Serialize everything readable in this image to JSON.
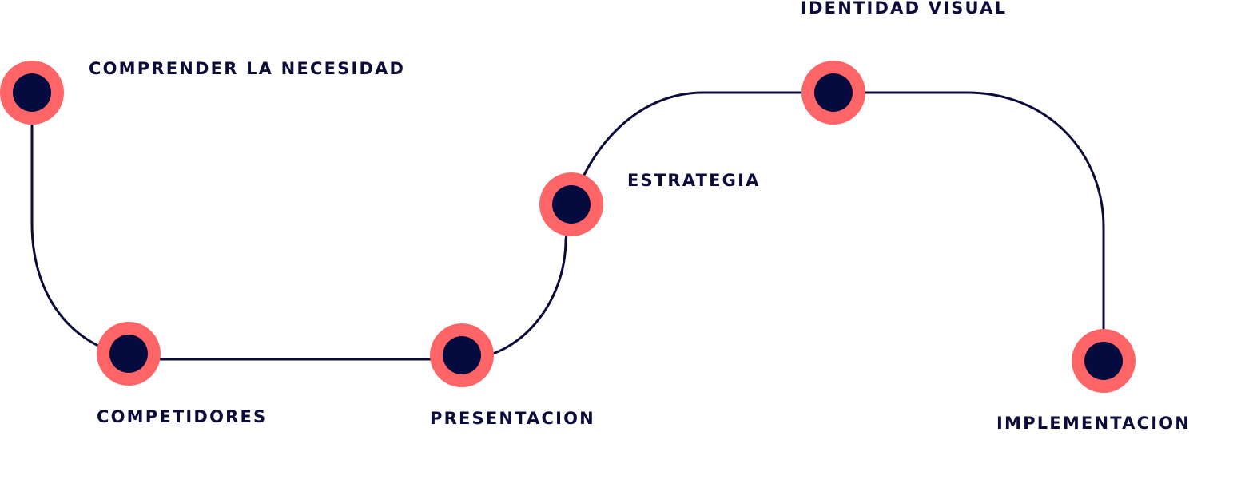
{
  "colors": {
    "path": "#0b0c3a",
    "ring": "#ff6466",
    "dot": "#050a3f",
    "text": "#0b0c3a"
  },
  "steps": [
    {
      "label": "COMPRENDER LA NECESIDAD"
    },
    {
      "label": "COMPETIDORES"
    },
    {
      "label": "PRESENTACION"
    },
    {
      "label": "ESTRATEGIA"
    },
    {
      "label": "IDENTIDAD VISUAL"
    },
    {
      "label": "IMPLEMENTACION"
    }
  ]
}
